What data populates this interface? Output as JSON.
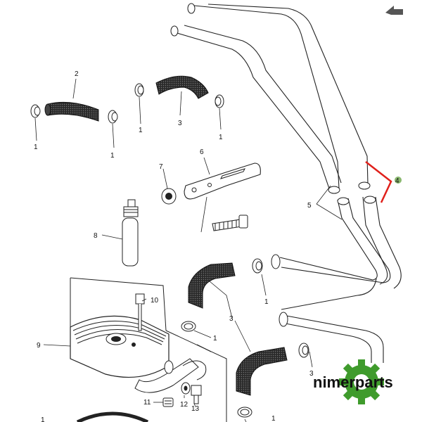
{
  "callouts": {
    "c1a": "1",
    "c1b": "1",
    "c1c": "1",
    "c1d": "1",
    "c1e": "1",
    "c1f": "1",
    "c1g": "1",
    "c1h": "1",
    "c2": "2",
    "c3a": "3",
    "c3b": "3",
    "c3c": "3",
    "c4": "4",
    "c5": "5",
    "c6": "6",
    "c7": "7",
    "c8": "8",
    "c9": "9",
    "c10": "10",
    "c11": "11",
    "c12": "12",
    "c13": "13"
  },
  "brand": {
    "name": "nimerparts",
    "logo_icon": "gear-icon",
    "logo_color": "#3f9b2c"
  },
  "accent_color": "#e0201b",
  "corner_icon": "arrow-icon"
}
